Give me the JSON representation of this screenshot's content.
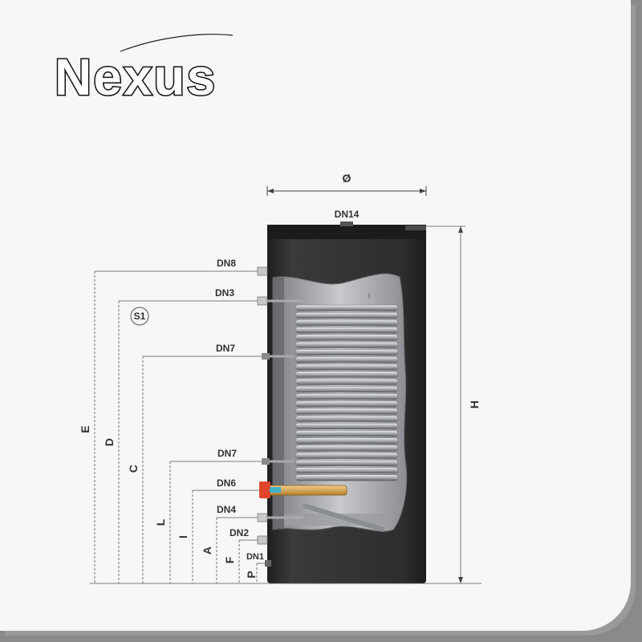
{
  "brand": {
    "name": "Nexus"
  },
  "diagram": {
    "diameter_label": "Ø",
    "top_port": "DN14",
    "sensor_label": "S1",
    "ports": [
      {
        "id": "dn8",
        "label": "DN8"
      },
      {
        "id": "dn3",
        "label": "DN3"
      },
      {
        "id": "dn7a",
        "label": "DN7"
      },
      {
        "id": "dn7b",
        "label": "DN7"
      },
      {
        "id": "dn6",
        "label": "DN6"
      },
      {
        "id": "dn4",
        "label": "DN4"
      },
      {
        "id": "dn2",
        "label": "DN2"
      },
      {
        "id": "dn1",
        "label": "DN1"
      }
    ],
    "dimensions": {
      "E": "E",
      "D": "D",
      "C": "C",
      "L": "L",
      "I": "I",
      "A": "A",
      "F": "F",
      "P": "P",
      "H": "H"
    },
    "colors": {
      "tank": "#2b2b2b",
      "coil": "#b9bcc0",
      "heater": "#d7a85a",
      "heater_cap": "#e0452c"
    }
  }
}
